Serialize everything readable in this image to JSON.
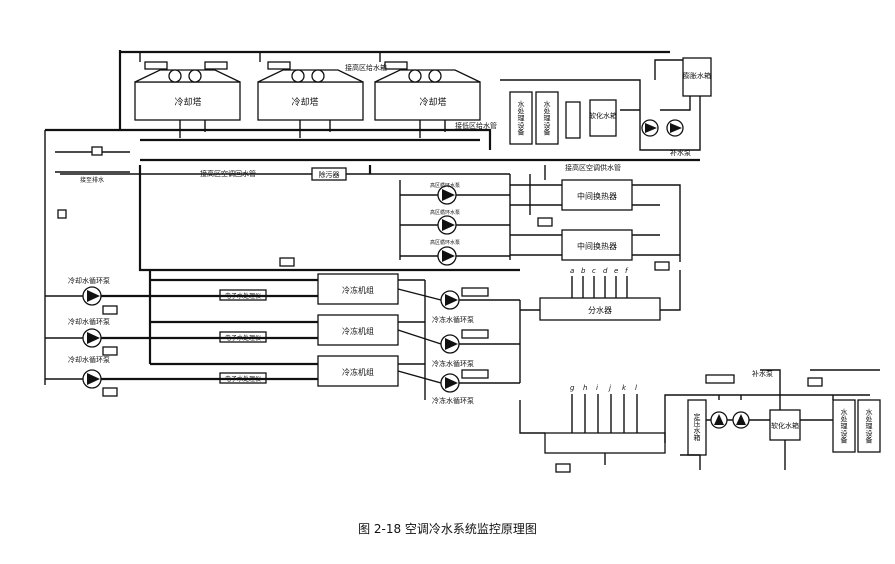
{
  "cooling_tower_label": "冷却塔",
  "hx_label": "中间换热器",
  "chiller_label": "冷冻机组",
  "ewater_label": "电子水处理仪",
  "cw_pump_label": "冷却水循环泵",
  "chw_pump_label": "冷冻水循环泵",
  "hi_pump_label": "高区循环水泵",
  "distributor_label": "分水器",
  "dirt_sep_label": "除污器",
  "to_hi_makeup": "接高区给水箱",
  "hi_makeup_pipe": "接低区给水管",
  "hi_return_pipe": "接高区空调回水管",
  "hi_supply_pipe": "接高区空调供水管",
  "water_treat_label": "水处理设备",
  "soft_tank_label": "软化水箱",
  "expansion_tank_label": "膨胀水箱",
  "makeup_pump_label": "补水泵",
  "pressure_label": "定压水箱",
  "drain_label": "接至排水",
  "supply_letters": [
    "a",
    "b",
    "c",
    "d",
    "e",
    "f"
  ],
  "return_letters": [
    "g",
    "h",
    "i",
    "j",
    "k",
    "l"
  ],
  "caption": "图 2-18   空调冷水系统监控原理图"
}
